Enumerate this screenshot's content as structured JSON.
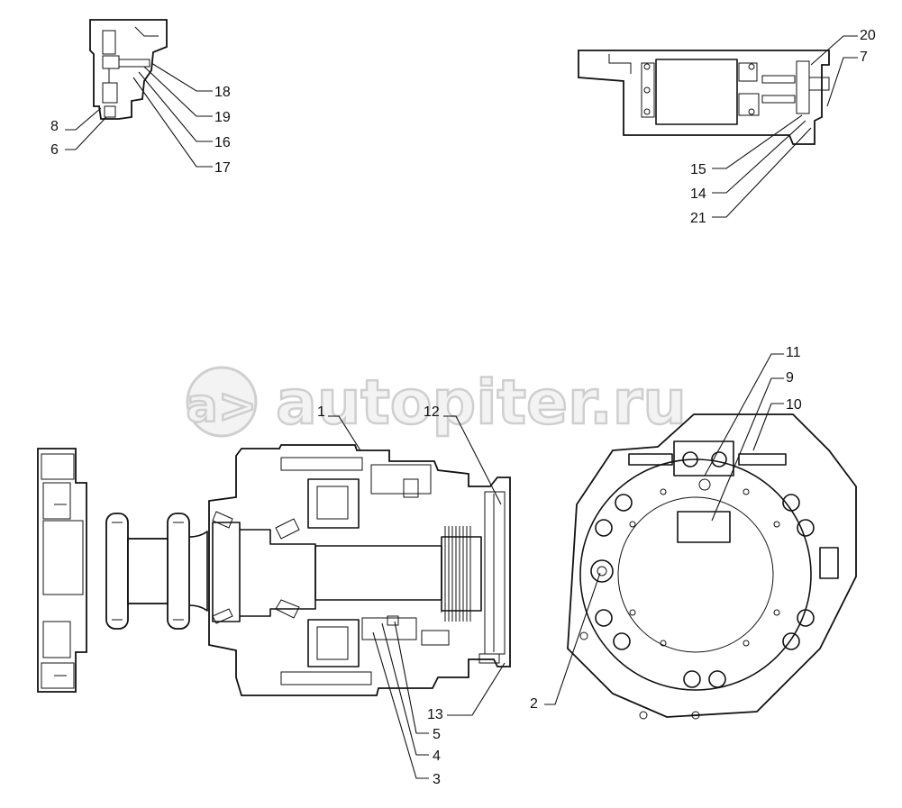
{
  "watermark": {
    "text": "autopiter.ru",
    "logo_glyph": "a>"
  },
  "callouts": [
    {
      "id": "p18",
      "number": "18"
    },
    {
      "id": "p19",
      "number": "19"
    },
    {
      "id": "p16",
      "number": "16"
    },
    {
      "id": "p17",
      "number": "17"
    },
    {
      "id": "p8",
      "number": "8"
    },
    {
      "id": "p6",
      "number": "6"
    },
    {
      "id": "p20",
      "number": "20"
    },
    {
      "id": "p7",
      "number": "7"
    },
    {
      "id": "p15",
      "number": "15"
    },
    {
      "id": "p14",
      "number": "14"
    },
    {
      "id": "p21",
      "number": "21"
    },
    {
      "id": "p1",
      "number": "1"
    },
    {
      "id": "p12",
      "number": "12"
    },
    {
      "id": "p11",
      "number": "11"
    },
    {
      "id": "p9",
      "number": "9"
    },
    {
      "id": "p10",
      "number": "10"
    },
    {
      "id": "p2",
      "number": "2"
    },
    {
      "id": "p13",
      "number": "13"
    },
    {
      "id": "p5",
      "number": "5"
    },
    {
      "id": "p4",
      "number": "4"
    },
    {
      "id": "p3",
      "number": "3"
    }
  ],
  "colors": {
    "ink": "#111111",
    "watermark": "#cfcfcf",
    "background": "#ffffff"
  }
}
